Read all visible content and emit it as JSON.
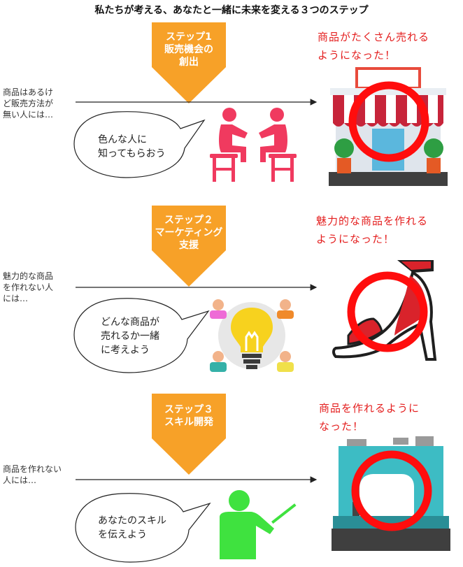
{
  "title": "私たちが考える、あなたと一緒に未来を変える３つのステップ",
  "steps": [
    {
      "label_lines": [
        "ステップ1",
        "販売機会の",
        "創出"
      ],
      "side_lines": [
        "商品はあるけ",
        "ど販売方法が",
        "無い人には…"
      ],
      "bubble_lines": [
        "色んな人に",
        "知ってもらおう"
      ],
      "result_lines": [
        "商品がたくさん売れる",
        "ようになった！"
      ],
      "icon": "two-people-talking-icon",
      "image": "storefront-image"
    },
    {
      "label_lines": [
        "ステップ２",
        "マーケティング",
        "支援"
      ],
      "side_lines": [
        "魅力的な商品",
        "を作れない人",
        "には…"
      ],
      "bubble_lines": [
        "どんな商品が",
        "売れるか一緒",
        "に考えよう"
      ],
      "result_lines": [
        "魅力的な商品を作れる",
        "ようになった！"
      ],
      "icon": "lightbulb-team-icon",
      "image": "high-heel-shoe-image"
    },
    {
      "label_lines": [
        "ステップ３",
        "スキル開発"
      ],
      "side_lines": [
        "商品を作れない",
        "人には…"
      ],
      "bubble_lines": [
        "あなたのスキル",
        "を伝えよう"
      ],
      "result_lines": [
        "商品を作れるように",
        "なった！"
      ],
      "icon": "teacher-pointer-icon",
      "image": "sewing-machine-image"
    }
  ],
  "colors": {
    "step_arrow": "#f7a128",
    "result_text": "#e41e1e",
    "red_circle": "#ff0d0d",
    "people_icon": "#f03a5f",
    "teacher_icon": "#3fe23f"
  }
}
